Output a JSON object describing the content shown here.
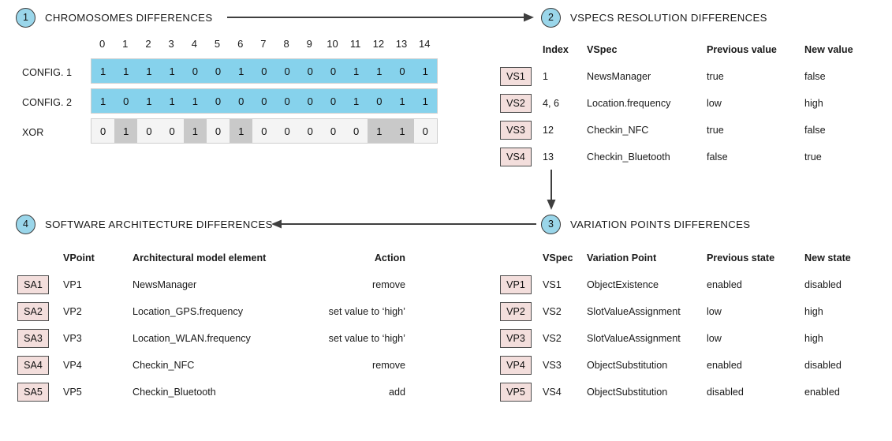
{
  "sections": {
    "s1": {
      "number": "1",
      "title": "CHROMOSOMES DIFFERENCES"
    },
    "s2": {
      "number": "2",
      "title": "VSPECS RESOLUTION DIFFERENCES"
    },
    "s3": {
      "number": "3",
      "title": "VARIATION POINTS DIFFERENCES"
    },
    "s4": {
      "number": "4",
      "title": "SOFTWARE ARCHITECTURE DIFFERENCES"
    }
  },
  "chromosomes": {
    "indices": [
      "0",
      "1",
      "2",
      "3",
      "4",
      "5",
      "6",
      "7",
      "8",
      "9",
      "10",
      "11",
      "12",
      "13",
      "14"
    ],
    "rows": [
      {
        "label": "CONFIG. 1",
        "style": "blue",
        "bits": [
          "1",
          "1",
          "1",
          "1",
          "0",
          "0",
          "1",
          "0",
          "0",
          "0",
          "0",
          "1",
          "1",
          "0",
          "1"
        ]
      },
      {
        "label": "CONFIG. 2",
        "style": "blue",
        "bits": [
          "1",
          "0",
          "1",
          "1",
          "1",
          "0",
          "0",
          "0",
          "0",
          "0",
          "0",
          "1",
          "0",
          "1",
          "1"
        ]
      },
      {
        "label": "XOR",
        "style": "gray",
        "bits": [
          "0",
          "1",
          "0",
          "0",
          "1",
          "0",
          "1",
          "0",
          "0",
          "0",
          "0",
          "0",
          "1",
          "1",
          "0"
        ],
        "highlight": [
          false,
          true,
          false,
          false,
          true,
          false,
          true,
          false,
          false,
          false,
          false,
          false,
          true,
          true,
          false
        ]
      }
    ]
  },
  "vspecs_table": {
    "headers": [
      "Index",
      "VSpec",
      "Previous value",
      "New value"
    ],
    "rows": [
      {
        "tag": "VS1",
        "index": "1",
        "vspec": "NewsManager",
        "previous": "true",
        "new": "false"
      },
      {
        "tag": "VS2",
        "index": "4, 6",
        "vspec": "Location.frequency",
        "previous": "low",
        "new": "high"
      },
      {
        "tag": "VS3",
        "index": "12",
        "vspec": "Checkin_NFC",
        "previous": "true",
        "new": "false"
      },
      {
        "tag": "VS4",
        "index": "13",
        "vspec": "Checkin_Bluetooth",
        "previous": "false",
        "new": "true"
      }
    ]
  },
  "varpoints_table": {
    "headers": [
      "VSpec",
      "Variation Point",
      "Previous state",
      "New state"
    ],
    "rows": [
      {
        "tag": "VP1",
        "vspec": "VS1",
        "vpoint": "ObjectExistence",
        "previous": "enabled",
        "new": "disabled"
      },
      {
        "tag": "VP2",
        "vspec": "VS2",
        "vpoint": "SlotValueAssignment",
        "previous": "low",
        "new": "high"
      },
      {
        "tag": "VP3",
        "vspec": "VS2",
        "vpoint": "SlotValueAssignment",
        "previous": "low",
        "new": "high"
      },
      {
        "tag": "VP4",
        "vspec": "VS3",
        "vpoint": "ObjectSubstitution",
        "previous": "enabled",
        "new": "disabled"
      },
      {
        "tag": "VP5",
        "vspec": "VS4",
        "vpoint": "ObjectSubstitution",
        "previous": "disabled",
        "new": "enabled"
      }
    ]
  },
  "arch_table": {
    "headers": [
      "VPoint",
      "Architectural model element",
      "Action"
    ],
    "rows": [
      {
        "tag": "SA1",
        "vpoint": "VP1",
        "element": "NewsManager",
        "action": "remove"
      },
      {
        "tag": "SA2",
        "vpoint": "VP2",
        "element": "Location_GPS.frequency",
        "action": "set value to ‘high’"
      },
      {
        "tag": "SA3",
        "vpoint": "VP3",
        "element": "Location_WLAN.frequency",
        "action": "set value to ‘high’"
      },
      {
        "tag": "SA4",
        "vpoint": "VP4",
        "element": "Checkin_NFC",
        "action": "remove"
      },
      {
        "tag": "SA5",
        "vpoint": "VP5",
        "element": "Checkin_Bluetooth",
        "action": "add"
      }
    ]
  },
  "colors": {
    "badge_blue": "#9ad6ea",
    "bar_blue": "#86d2ec",
    "bar_gray": "#f4f4f4",
    "cell_highlight": "#c9c9c9",
    "tag_pink": "#f3dedc",
    "arrow": "#3f3f3f"
  }
}
